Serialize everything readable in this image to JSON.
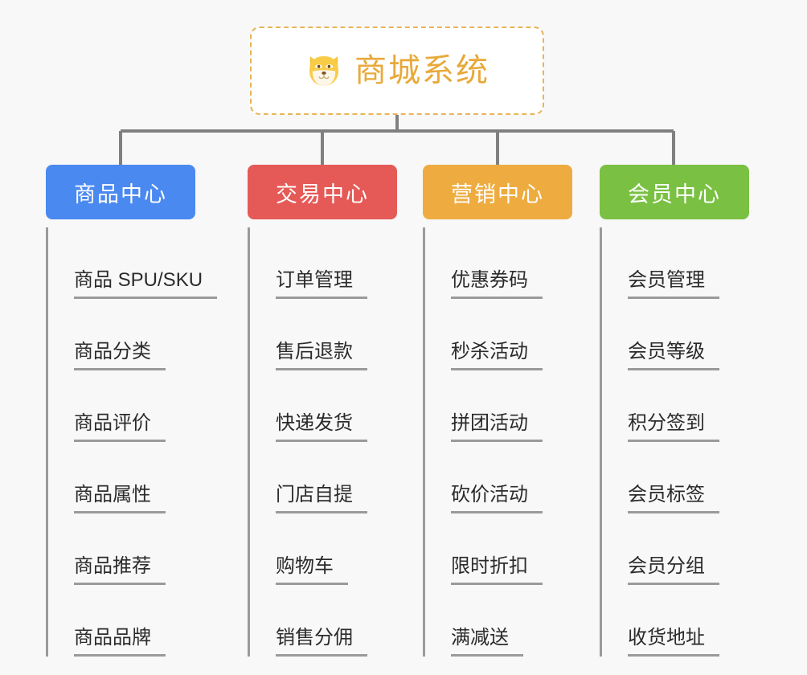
{
  "root": {
    "title": "商城系统",
    "icon": "shiba-dog-face-icon",
    "border_color": "#e8b458",
    "text_color": "#e8a93a",
    "background": "#ffffff"
  },
  "canvas": {
    "background": "#f8f8f8",
    "connector_color": "#808080"
  },
  "branches": [
    {
      "label": "商品中心",
      "color": "#4a89f0",
      "children": [
        "商品 SPU/SKU",
        "商品分类",
        "商品评价",
        "商品属性",
        "商品推荐",
        "商品品牌"
      ]
    },
    {
      "label": "交易中心",
      "color": "#e55a56",
      "children": [
        "订单管理",
        "售后退款",
        "快递发货",
        "门店自提",
        "购物车",
        "销售分佣"
      ]
    },
    {
      "label": "营销中心",
      "color": "#eeac40",
      "children": [
        "优惠券码",
        "秒杀活动",
        "拼团活动",
        "砍价活动",
        "限时折扣",
        "满减送"
      ]
    },
    {
      "label": "会员中心",
      "color": "#7ac143",
      "children": [
        "会员管理",
        "会员等级",
        "积分签到",
        "会员标签",
        "会员分组",
        "收货地址"
      ]
    }
  ]
}
